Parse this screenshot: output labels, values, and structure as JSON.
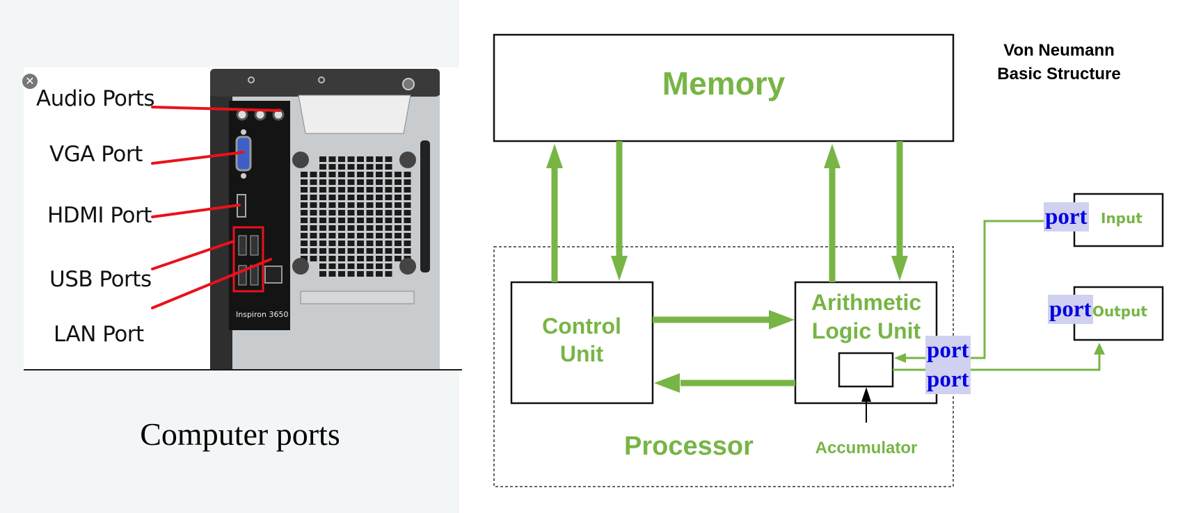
{
  "left_figure": {
    "caption": "Computer ports",
    "close_icon_glyph": "✕",
    "port_labels": [
      {
        "id": "audio",
        "text": "Audio Ports"
      },
      {
        "id": "vga",
        "text": "VGA Port"
      },
      {
        "id": "hdmi",
        "text": "HDMI Port"
      },
      {
        "id": "usb",
        "text": "USB Ports"
      },
      {
        "id": "lan",
        "text": "LAN Port"
      }
    ],
    "device_model": "Inspiron 3650",
    "label_line_color": "#e8121b"
  },
  "diagram": {
    "title_line1": "Von Neumann",
    "title_line2": "Basic Structure",
    "memory_label": "Memory",
    "control_unit_line1": "Control",
    "control_unit_line2": "Unit",
    "alu_line1": "Arithmetic",
    "alu_line2": "Logic Unit",
    "processor_label": "Processor",
    "accumulator_label": "Accumulator",
    "input_label": "Input",
    "output_label": "Output",
    "port_tags": [
      "port",
      "port",
      "port",
      "port"
    ],
    "colors": {
      "accent_green": "#77b545",
      "port_text": "#0000e0",
      "port_highlight": "#d0d0f0",
      "box_border": "#111111"
    }
  }
}
